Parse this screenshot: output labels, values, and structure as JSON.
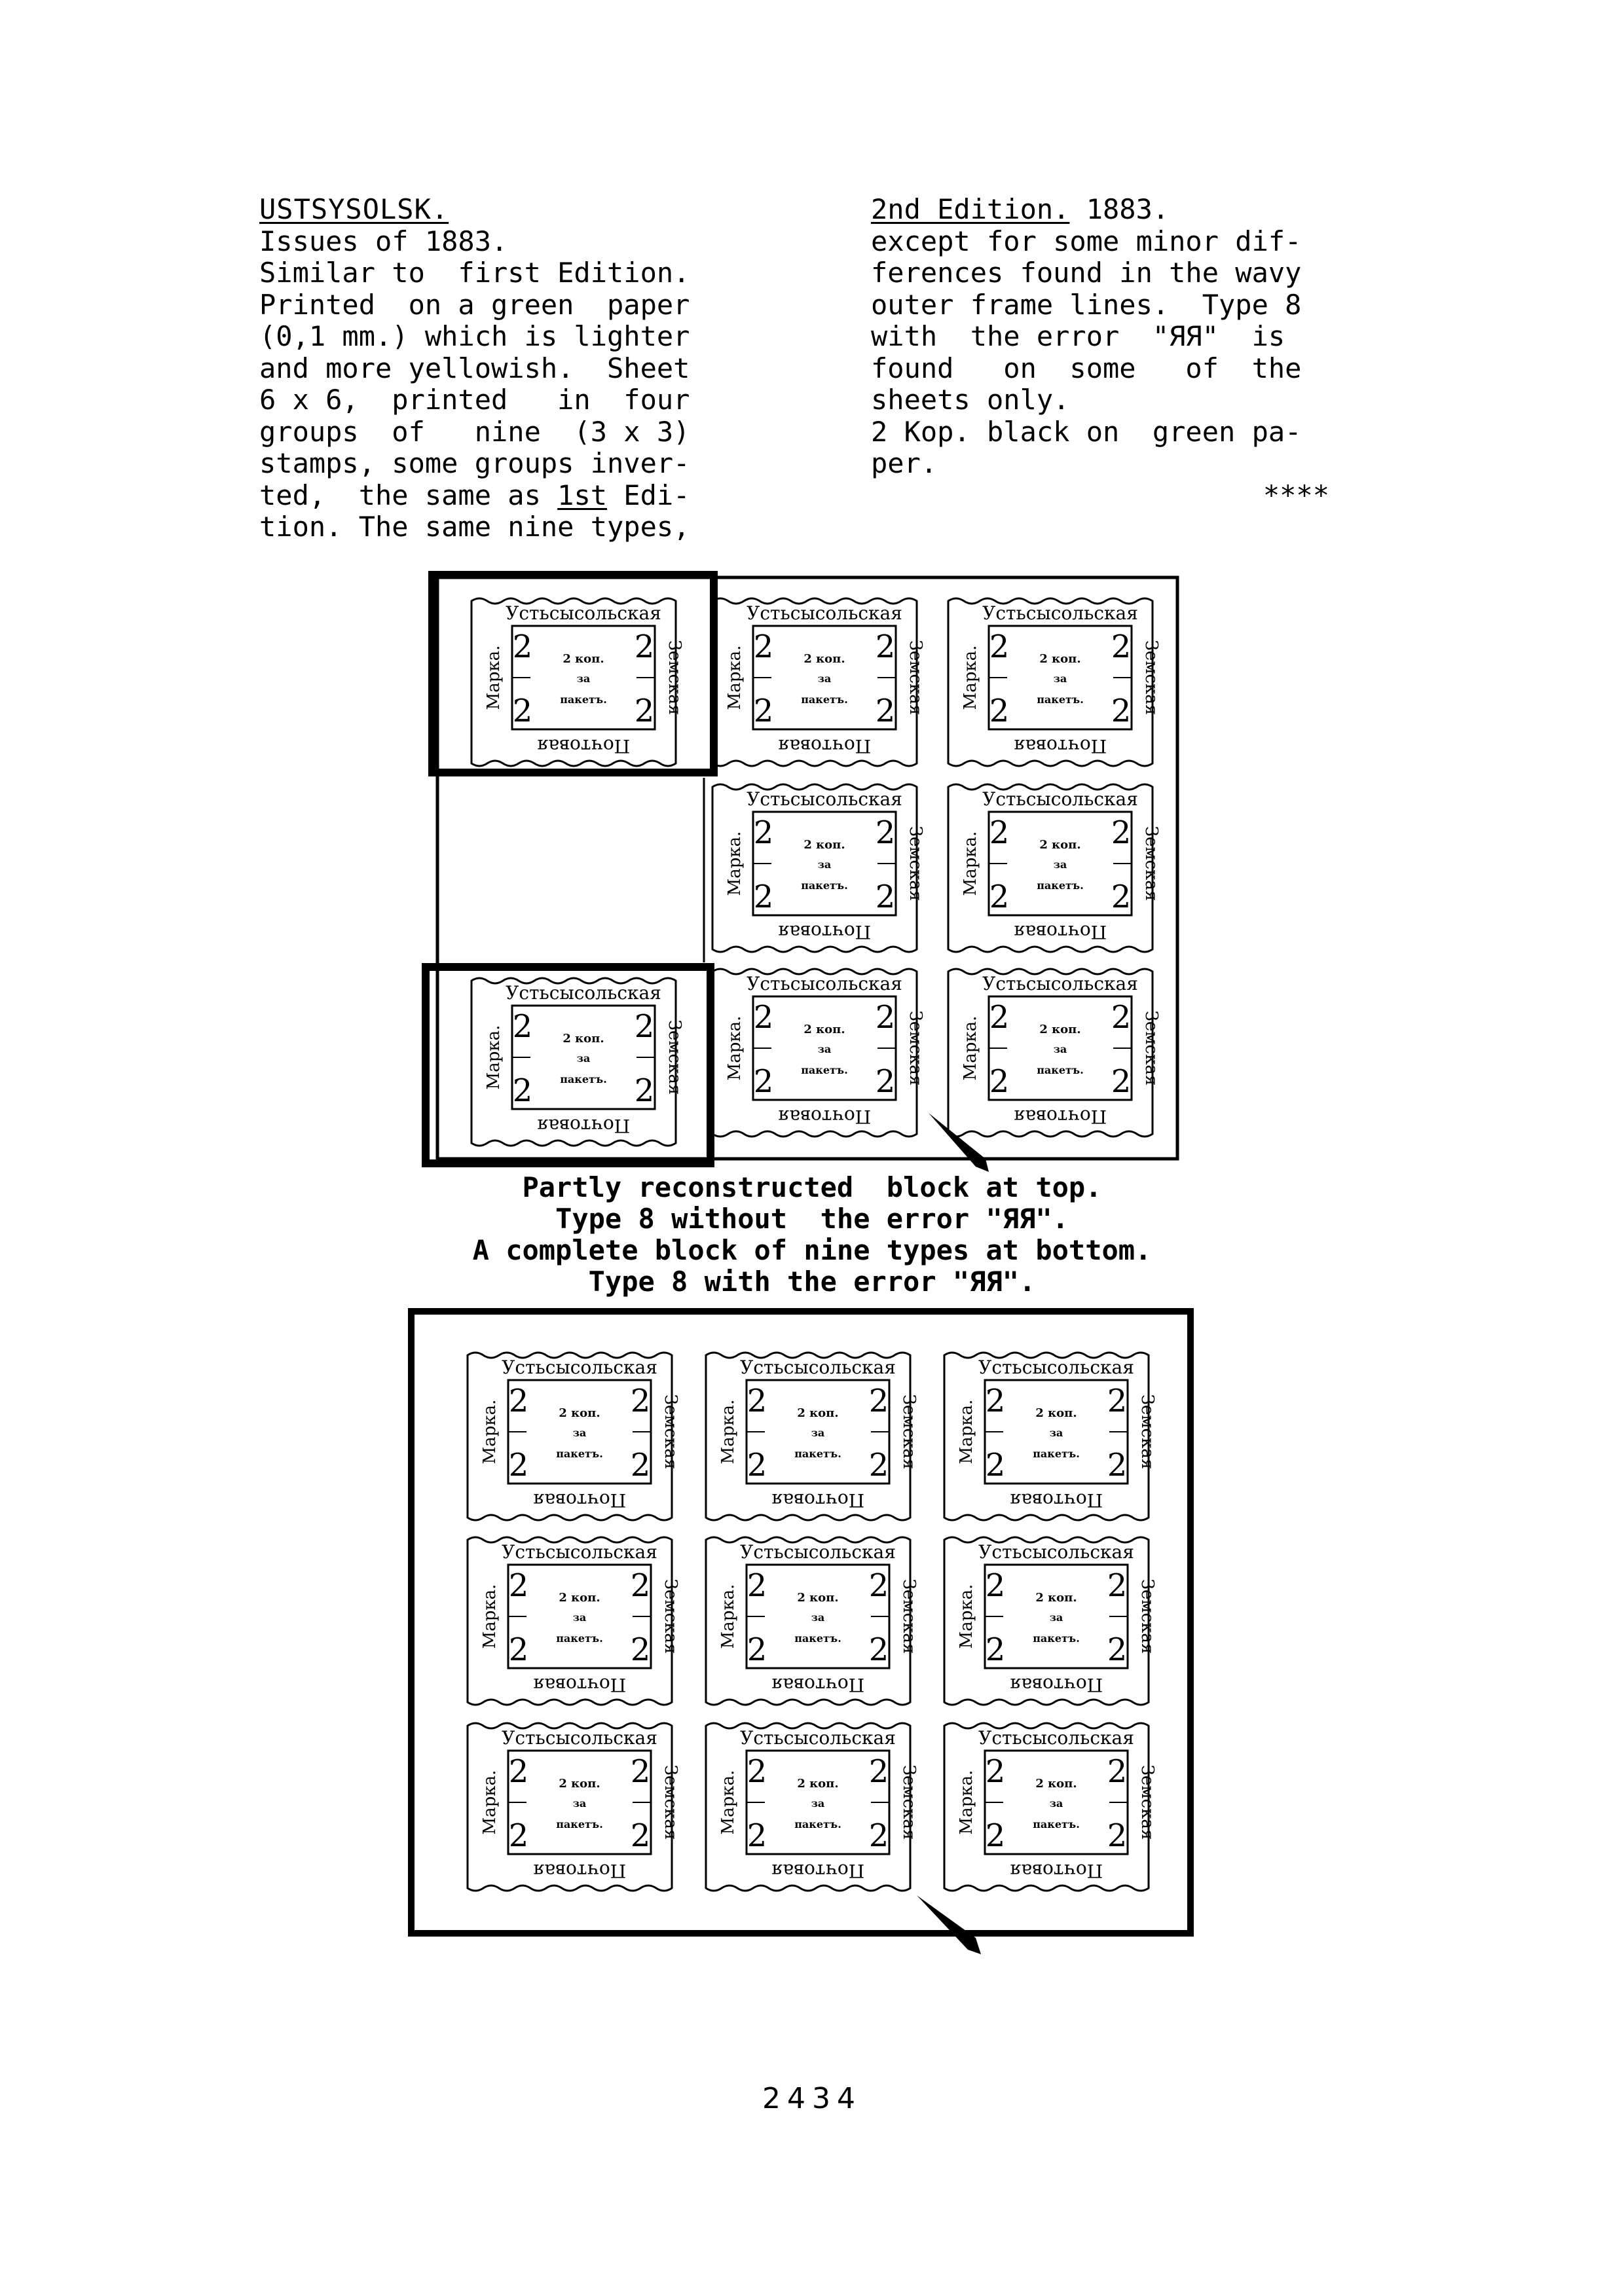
{
  "left_column": {
    "heading": "USTSYSOLSK.",
    "lines": [
      "Issues of 1883.",
      "Similar to  first Edition.",
      "Printed  on a green  paper",
      "(0,1 mm.) which is lighter",
      "and more yellowish.  Sheet",
      "6 x 6,  printed   in  four",
      "groups  of   nine  (3 x 3)",
      "stamps, some groups inver-",
      "ted,  the same as ",
      "tion. The same nine types,"
    ],
    "line9_underlined": "1st",
    "line9_end": " Edi-"
  },
  "right_column": {
    "heading": "2nd Edition.",
    "heading_year": " 1883.",
    "lines": [
      "except for some minor dif-",
      "ferences found in the wavy",
      "outer frame lines.  Type 8",
      "with  the error  \"ЯЯ\"  is",
      "found   on  some   of  the",
      "sheets only.",
      "2 Kop. black on  green pa-",
      "per."
    ],
    "ornament": "****"
  },
  "stamp": {
    "top": "Устьсысольская",
    "bottom": "Почтовая",
    "left": "Марка.",
    "right": "Земская",
    "digit": "2",
    "kop": "2 коп.",
    "za": "за",
    "paket": "пакетъ."
  },
  "caption": [
    "Partly reconstructed  block at top.",
    "Type 8 without  the error \"ЯЯ\".",
    "A complete block of nine types at bottom.",
    "Type 8 with the error \"ЯЯ\"."
  ],
  "page_number": "2434"
}
